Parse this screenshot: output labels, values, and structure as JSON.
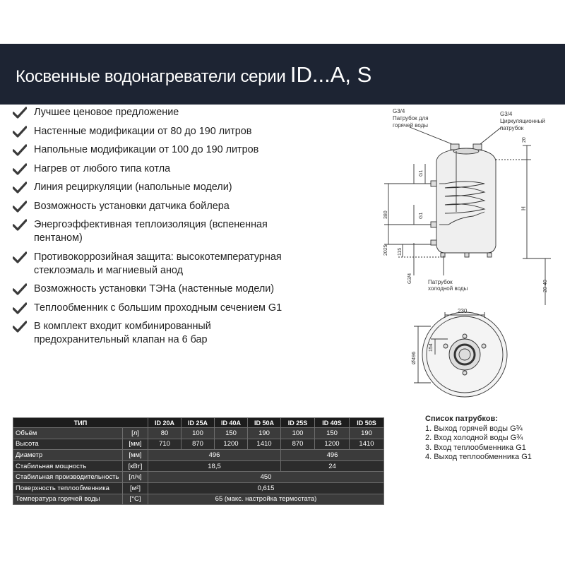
{
  "title": {
    "part1": "Косвенные водонагреватели серии ",
    "part2": "ID...A, S"
  },
  "features": [
    "Лучшее ценовое предложение",
    "Настенные модификации от 80 до 190 литров",
    "Напольные модификации от 100 до 190 литров",
    "Нагрев от любого типа котла",
    "Линия рециркуляции (напольные модели)",
    "Возможность установки датчика бойлера",
    "Энергоэффективная теплоизоляция (вспененная пентаном)",
    "Противокоррозийная защита: высокотемпературная стеклоэмаль и магниевый анод",
    "Возможность установки ТЭНа (настенные модели)",
    "Теплообменник с большим проходным сечением G1",
    "В комплект входит комбинированный предохранительный клапан на 6 бар"
  ],
  "drawing": {
    "hot_g": "G3/4",
    "hot_line1": "Патрубок для",
    "hot_line2": "горячей воды",
    "circ_g": "G3/4",
    "circ_line1": "Циркуляционный",
    "circ_line2": "патрубок",
    "dim_20": "20",
    "dim_h": "H",
    "dim_g1_top": "G1",
    "dim_380": "380",
    "dim_g1_bottom": "G1",
    "dim_2025": "2025",
    "dim_115": "115",
    "dim_g34": "G3/4",
    "cold_line1": "Патрубок",
    "cold_line2": "холодной воды",
    "dim_2040": "20-40",
    "dim_230": "230",
    "dim_154": "154",
    "dim_diam": "Ø496"
  },
  "legend": {
    "title": "Список патрубков:",
    "items": [
      "1. Выход горячей воды G¾",
      "2. Вход холодной воды G¾",
      "3. Вход теплообменника G1",
      "4. Выход теплообменника G1"
    ]
  },
  "table": {
    "header": [
      "ТИП",
      "ID 20A",
      "ID 25A",
      "ID 40A",
      "ID 50A",
      "ID 25S",
      "ID 40S",
      "ID 50S"
    ],
    "rows": [
      {
        "name": "Объём",
        "unit": "[л]",
        "values": [
          "80",
          "100",
          "150",
          "190",
          "100",
          "150",
          "190"
        ]
      },
      {
        "name": "Высота",
        "unit": "[мм]",
        "values": [
          "710",
          "870",
          "1200",
          "1410",
          "870",
          "1200",
          "1410"
        ]
      },
      {
        "name": "Диаметр",
        "unit": "[мм]",
        "groupA": "496",
        "groupS": "496"
      },
      {
        "name": "Стабильная мощность",
        "unit": "[кВт]",
        "groupA": "18,5",
        "groupS": "24"
      },
      {
        "name": "Стабильная производительность",
        "unit": "[л/ч]",
        "all": "450"
      },
      {
        "name": "Поверхность теплообменника",
        "unit": "[м²]",
        "all": "0,615"
      },
      {
        "name": "Температура горячей воды",
        "unit": "[°C]",
        "all": "65 (макс. настройка термостата)"
      }
    ]
  },
  "colors": {
    "banner": "#1d2433",
    "table_header": "#1d1d1d",
    "table_row": "#3b3b3b",
    "check": "#3a3a3a"
  },
  "icons": {
    "bullet": "check-icon"
  }
}
